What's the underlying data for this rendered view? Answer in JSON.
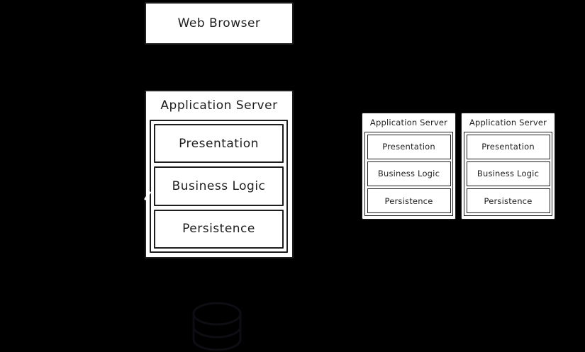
{
  "diagram": {
    "web_browser": {
      "label": "Web Browser"
    },
    "main_server": {
      "title": "Application Server",
      "layers": [
        "Presentation",
        "Business Logic",
        "Persistence"
      ]
    },
    "replica_servers": [
      {
        "title": "Application Server",
        "layers": [
          "Presentation",
          "Business Logic",
          "Persistence"
        ]
      },
      {
        "title": "Application Server",
        "layers": [
          "Presentation",
          "Business Logic",
          "Persistence"
        ]
      }
    ],
    "icons": {
      "database": "database-cylinder-icon"
    },
    "colors": {
      "background": "#000000",
      "box_fill": "#ffffff",
      "stroke": "#1e1e1e",
      "database_stroke": "#0d0d13"
    }
  }
}
